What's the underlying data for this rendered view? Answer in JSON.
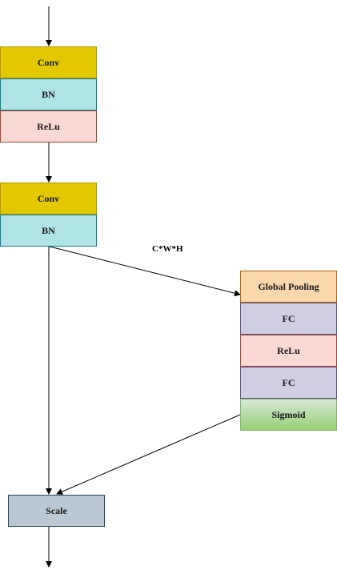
{
  "block1": {
    "conv": "Conv",
    "bn": "BN",
    "relu": "ReLu"
  },
  "block2": {
    "conv": "Conv",
    "bn": "BN"
  },
  "se_branch": {
    "edge_label": "C*W*H",
    "global_pooling": "Global Pooling",
    "fc1": "FC",
    "relu": "ReLu",
    "fc2": "FC",
    "sigmoid": "Sigmoid"
  },
  "scale": "Scale",
  "colors": {
    "conv_fill": "#e3c800",
    "bn_fill": "#b0e3e6",
    "relu_fill": "#fad9d5",
    "global_pooling_fill": "#fad7ac",
    "fc_fill": "#d0cee2",
    "sigmoid_fill": "#97d077",
    "scale_fill": "#bac8d3",
    "edge_color": "#000000"
  }
}
